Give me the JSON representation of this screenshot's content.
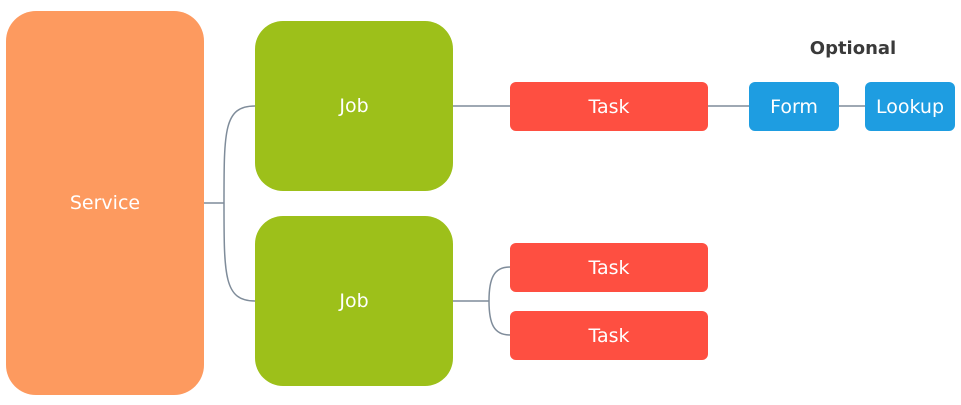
{
  "service": {
    "label": "Service"
  },
  "jobs": [
    {
      "label": "Job"
    },
    {
      "label": "Job"
    }
  ],
  "tasks": [
    {
      "label": "Task"
    },
    {
      "label": "Task"
    },
    {
      "label": "Task"
    }
  ],
  "optional": {
    "heading": "Optional",
    "items": [
      {
        "label": "Form"
      },
      {
        "label": "Lookup"
      }
    ]
  },
  "colors": {
    "service": "#fd9a5f",
    "job": "#9dc01a",
    "task": "#fe4f41",
    "optional": "#1e9de1",
    "connector": "#7f8c9a"
  }
}
